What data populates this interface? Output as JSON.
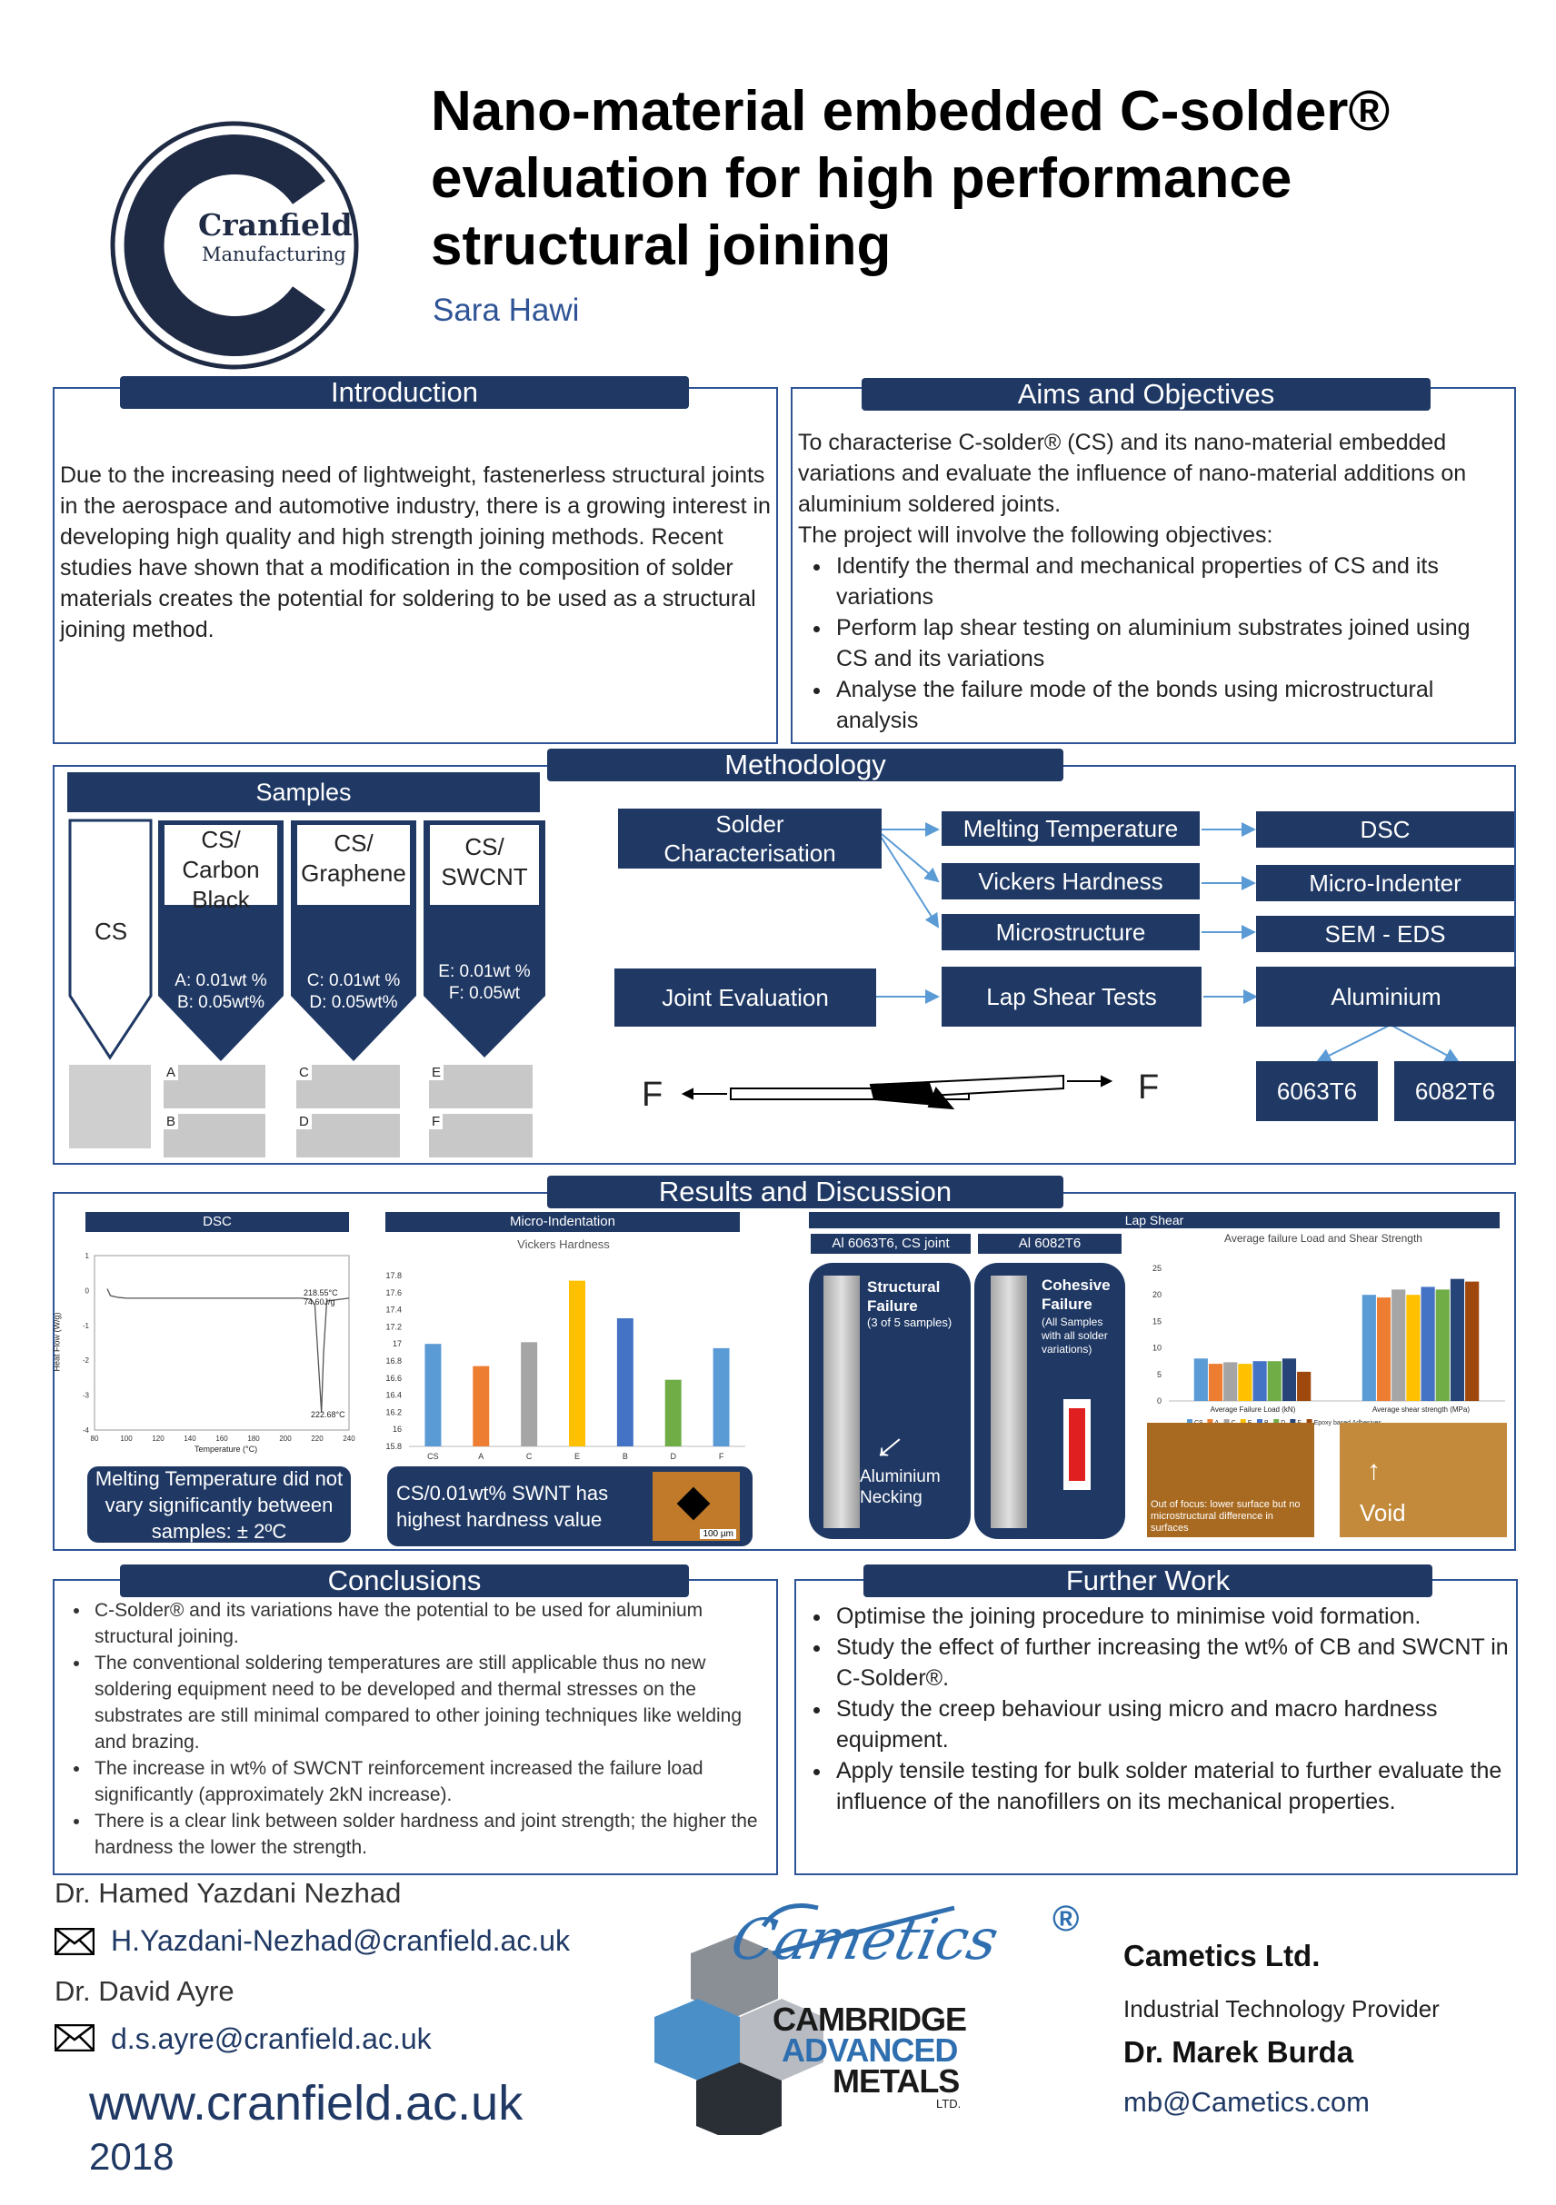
{
  "logo": {
    "line1": "Cranfield",
    "line2": "Manufacturing"
  },
  "title": {
    "line1": "Nano-material embedded C-solder®",
    "line2": "evaluation for high performance",
    "line3": "structural joining"
  },
  "author": "Sara Hawi",
  "intro": {
    "heading": "Introduction",
    "text": "Due to the increasing need of lightweight, fastenerless structural joints in the aerospace and automotive industry, there is a growing interest in developing high quality and high strength joining methods. Recent studies have shown that a modification in the composition of solder materials creates the potential for soldering to be used as a structural joining method."
  },
  "aims": {
    "heading": "Aims and Objectives",
    "text": "To characterise C-solder® (CS) and its nano-material embedded variations and evaluate the influence of nano-material additions on aluminium soldered joints.",
    "lead": "The project will involve the following objectives:",
    "items": [
      "Identify the thermal and mechanical properties of CS and its variations",
      "Perform lap shear testing on aluminium substrates joined using CS and its variations",
      "Analyse the failure mode of the bonds using microstructural analysis"
    ]
  },
  "methodology": {
    "heading": "Methodology",
    "samples_heading": "Samples",
    "samples": [
      {
        "name": "CS",
        "detail1": "",
        "detail2": ""
      },
      {
        "name": "CS/\nCarbon\nBlack",
        "detail1": "A: 0.01wt %",
        "detail2": "B: 0.05wt%"
      },
      {
        "name": "CS/\nGraphene",
        "detail1": "C: 0.01wt %",
        "detail2": "D: 0.05wt%"
      },
      {
        "name": "CS/\nSWCNT",
        "detail1": "E: 0.01wt %",
        "detail2": "F: 0.05wt"
      }
    ],
    "micro_labels": [
      "A",
      "B",
      "C",
      "D",
      "E",
      "F"
    ],
    "flow": {
      "solder": "Solder Characterisation",
      "melting": "Melting Temperature",
      "vickers": "Vickers Hardness",
      "micro": "Microstructure",
      "dsc": "DSC",
      "indenter": "Micro-Indenter",
      "sem": "SEM - EDS",
      "joint": "Joint Evaluation",
      "lap": "Lap Shear Tests",
      "alu": "Aluminium",
      "alloy1": "6063T6",
      "alloy2": "6082T6",
      "force": "F"
    }
  },
  "results": {
    "heading": "Results and Discussion",
    "dsc": {
      "label": "DSC",
      "ylabel": "Heat Flow (W/g)",
      "xlabel": "Temperature (°C)",
      "ann1a": "218.55°C",
      "ann1b": "74.60J/g",
      "ann2": "222.68°C",
      "note": "Melting Temperature did not vary significantly between samples: ± 2ºC"
    },
    "micro": {
      "label": "Micro-Indentation",
      "note": "CS/0.01wt% SWNT has highest hardness value",
      "scale": "100 µm"
    },
    "lap": {
      "label": "Lap Shear",
      "sub1": "Al 6063T6, CS joint",
      "sub2": "Al 6082T6",
      "structural": "Structural Failure",
      "structural_sub": "(3 of 5 samples)",
      "necking": "Aluminium Necking",
      "cohesive": "Cohesive Failure",
      "cohesive_sub": "(All Samples with all solder variations)",
      "focus": "Out of focus: lower surface but no microstructural difference in surfaces",
      "void": "Void"
    }
  },
  "chart_data": [
    {
      "type": "line",
      "title": "",
      "xlabel": "Temperature (°C)",
      "ylabel": "Heat Flow (W/g)",
      "xlim": [
        80,
        240
      ],
      "ylim": [
        -4,
        1
      ],
      "xticks": [
        80,
        100,
        120,
        140,
        160,
        180,
        200,
        220,
        240
      ],
      "yticks": [
        -4,
        -3,
        -2,
        -1,
        0,
        1
      ],
      "series": [
        {
          "x": [
            88,
            90,
            95,
            100,
            140,
            180,
            210,
            216,
            218.5,
            220,
            222.68,
            224,
            226,
            240
          ],
          "y": [
            0.05,
            -0.15,
            -0.2,
            -0.22,
            -0.22,
            -0.22,
            -0.22,
            -0.25,
            -0.4,
            -1.5,
            -3.5,
            -1.8,
            -0.3,
            -0.22
          ]
        }
      ]
    },
    {
      "type": "bar",
      "title": "Vickers Hardness",
      "categories": [
        "CS",
        "A",
        "C",
        "E",
        "B",
        "D",
        "F"
      ],
      "values": [
        17.0,
        16.74,
        17.02,
        17.74,
        17.3,
        16.58,
        16.95
      ],
      "colors": [
        "#5b9bd5",
        "#ed7d31",
        "#a5a5a5",
        "#ffc000",
        "#4472c4",
        "#70ad47",
        "#5b9bd5"
      ],
      "ylim": [
        15.8,
        17.8
      ],
      "yticks": [
        "15.8",
        "16",
        "16.2",
        "16.4",
        "16.6",
        "16.8",
        "17",
        "17.2",
        "17.4",
        "17.6",
        "17.8"
      ]
    },
    {
      "type": "bar",
      "title": "Average failure Load and Shear Strength",
      "categories": [
        "Average Failure Load (kN)",
        "Average shear strength (MPa)"
      ],
      "series": [
        {
          "name": "CS",
          "values": [
            8,
            20
          ]
        },
        {
          "name": "A",
          "values": [
            7,
            19.5
          ]
        },
        {
          "name": "C",
          "values": [
            7.3,
            21
          ]
        },
        {
          "name": "E",
          "values": [
            7,
            20
          ]
        },
        {
          "name": "B",
          "values": [
            7.5,
            21.5
          ]
        },
        {
          "name": "D",
          "values": [
            7.5,
            21
          ]
        },
        {
          "name": "F",
          "values": [
            8,
            23
          ]
        },
        {
          "name": "Epoxy based Adhesives",
          "values": [
            5.5,
            22.5
          ]
        }
      ],
      "colors": [
        "#5b9bd5",
        "#ed7d31",
        "#a5a5a5",
        "#ffc000",
        "#4472c4",
        "#70ad47",
        "#264478",
        "#9e480e"
      ],
      "ylim": [
        0,
        25
      ],
      "yticks": [
        0,
        5,
        10,
        15,
        20,
        25
      ]
    }
  ],
  "conclusions": {
    "heading": "Conclusions",
    "items": [
      "C-Solder® and its variations have the potential to be used for aluminium structural joining.",
      "The conventional soldering temperatures are still applicable thus no new soldering equipment need to be developed and thermal stresses on the substrates are still minimal compared to other joining techniques like welding and brazing.",
      "The increase in wt% of SWCNT reinforcement increased the failure load significantly (approximately 2kN increase).",
      "There is a clear link between solder hardness and joint strength; the higher the hardness the lower the strength."
    ]
  },
  "further": {
    "heading": "Further Work",
    "items": [
      "Optimise the joining procedure to minimise void formation.",
      "Study the effect of further increasing the wt% of CB and SWCNT in C-Solder®.",
      "Study the creep behaviour using micro and macro hardness equipment.",
      "Apply tensile testing for bulk solder material to further evaluate the influence of the nanofillers on its mechanical properties."
    ]
  },
  "contacts": {
    "name1": "Dr. Hamed Yazdani Nezhad",
    "email1": "H.Yazdani-Nezhad@cranfield.ac.uk",
    "name2": "Dr. David Ayre",
    "email2": "d.s.ayre@cranfield.ac.uk",
    "website": "www.cranfield.ac.uk",
    "year": "2018"
  },
  "sponsor": {
    "script": "Cametics",
    "line1": "CAMBRIDGE",
    "line2": "ADVANCED",
    "line3": "METALS",
    "ltd": "LTD.",
    "reg": "®",
    "company": "Cametics Ltd.",
    "role": "Industrial Technology Provider",
    "person": "Dr. Marek Burda",
    "email": "mb@Cametics.com"
  }
}
